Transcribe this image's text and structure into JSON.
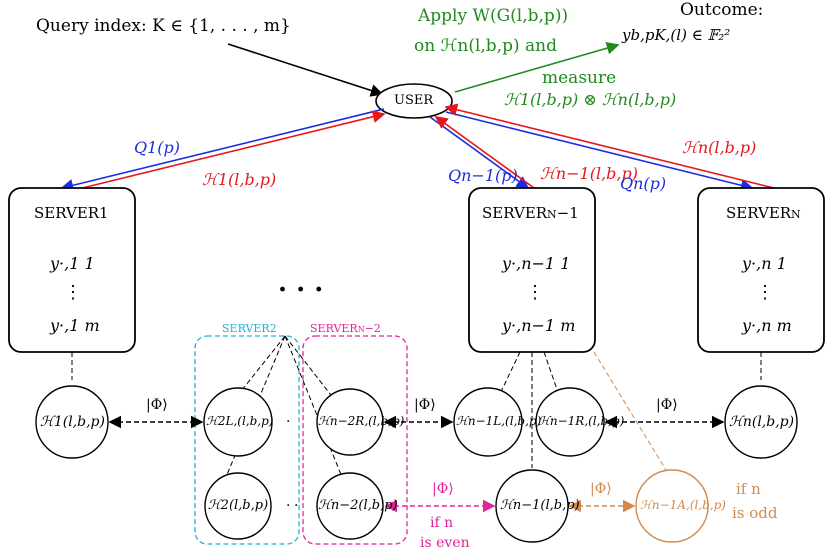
{
  "top": {
    "query": "Query index: K ∈ {1, . . . , m}",
    "apply_line1": "Apply W(G(l,b,p))",
    "apply_line2": "on ℋn(l,b,p) and",
    "measure_line1": "measure",
    "measure_line2": "ℋ1(l,b,p) ⊗ ℋn(l,b,p)",
    "outcome_title": "Outcome:",
    "outcome_value": "yb,pK,(l) ∈ 𝔽₂²",
    "user": "USER"
  },
  "links": {
    "q1": "Q1(p)",
    "h1": "ℋ1(l,b,p)",
    "qn1": "Qn−1(p)",
    "hn1": "ℋn−1(l,b,p)",
    "qn": "Qn(p)",
    "hn": "ℋn(l,b,p)"
  },
  "servers": [
    {
      "name": "SERVER1",
      "y_top": "y·,1 1",
      "dots": "⋮",
      "y_bottom": "y·,1 m"
    },
    {
      "name": "SERVERn−1",
      "y_top": "y·,n−1 1",
      "dots": "⋮",
      "y_bottom": "y·,n−1 m"
    },
    {
      "name": "SERVERn",
      "y_top": "y·,n 1",
      "dots": "⋮",
      "y_bottom": "y·,n m"
    }
  ],
  "middle_dots": ". . .",
  "groups": {
    "server2": "SERVER2",
    "servern2": "SERVERn−2"
  },
  "nodes": {
    "h1": "ℋ1(l,b,p)",
    "h2L": "ℋ2L,(l,b,p)",
    "hn2R": "ℋn−2R,(l,b,p)",
    "hn1L": "ℋn−1L,(l,b,p)",
    "hn1R": "ℋn−1R,(l,b,p)",
    "hn": "ℋn(l,b,p)",
    "h2": "ℋ2(l,b,p)",
    "hn2": "ℋn−2(l,b,p)",
    "hn1": "ℋn−1(l,b,p)",
    "hn1A": "ℋn−1A,(l,b,p)"
  },
  "entangle": {
    "phi": "|Φ⟩",
    "even_1": "if n",
    "even_2": "is even",
    "odd_1": "if n",
    "odd_2": "is odd"
  },
  "colors": {
    "green": "#1f8a1f",
    "red": "#e8161a",
    "blue": "#1a2ee0",
    "cyan": "#1fb2d4",
    "magenta": "#e0249b",
    "tan": "#d08a4d"
  }
}
